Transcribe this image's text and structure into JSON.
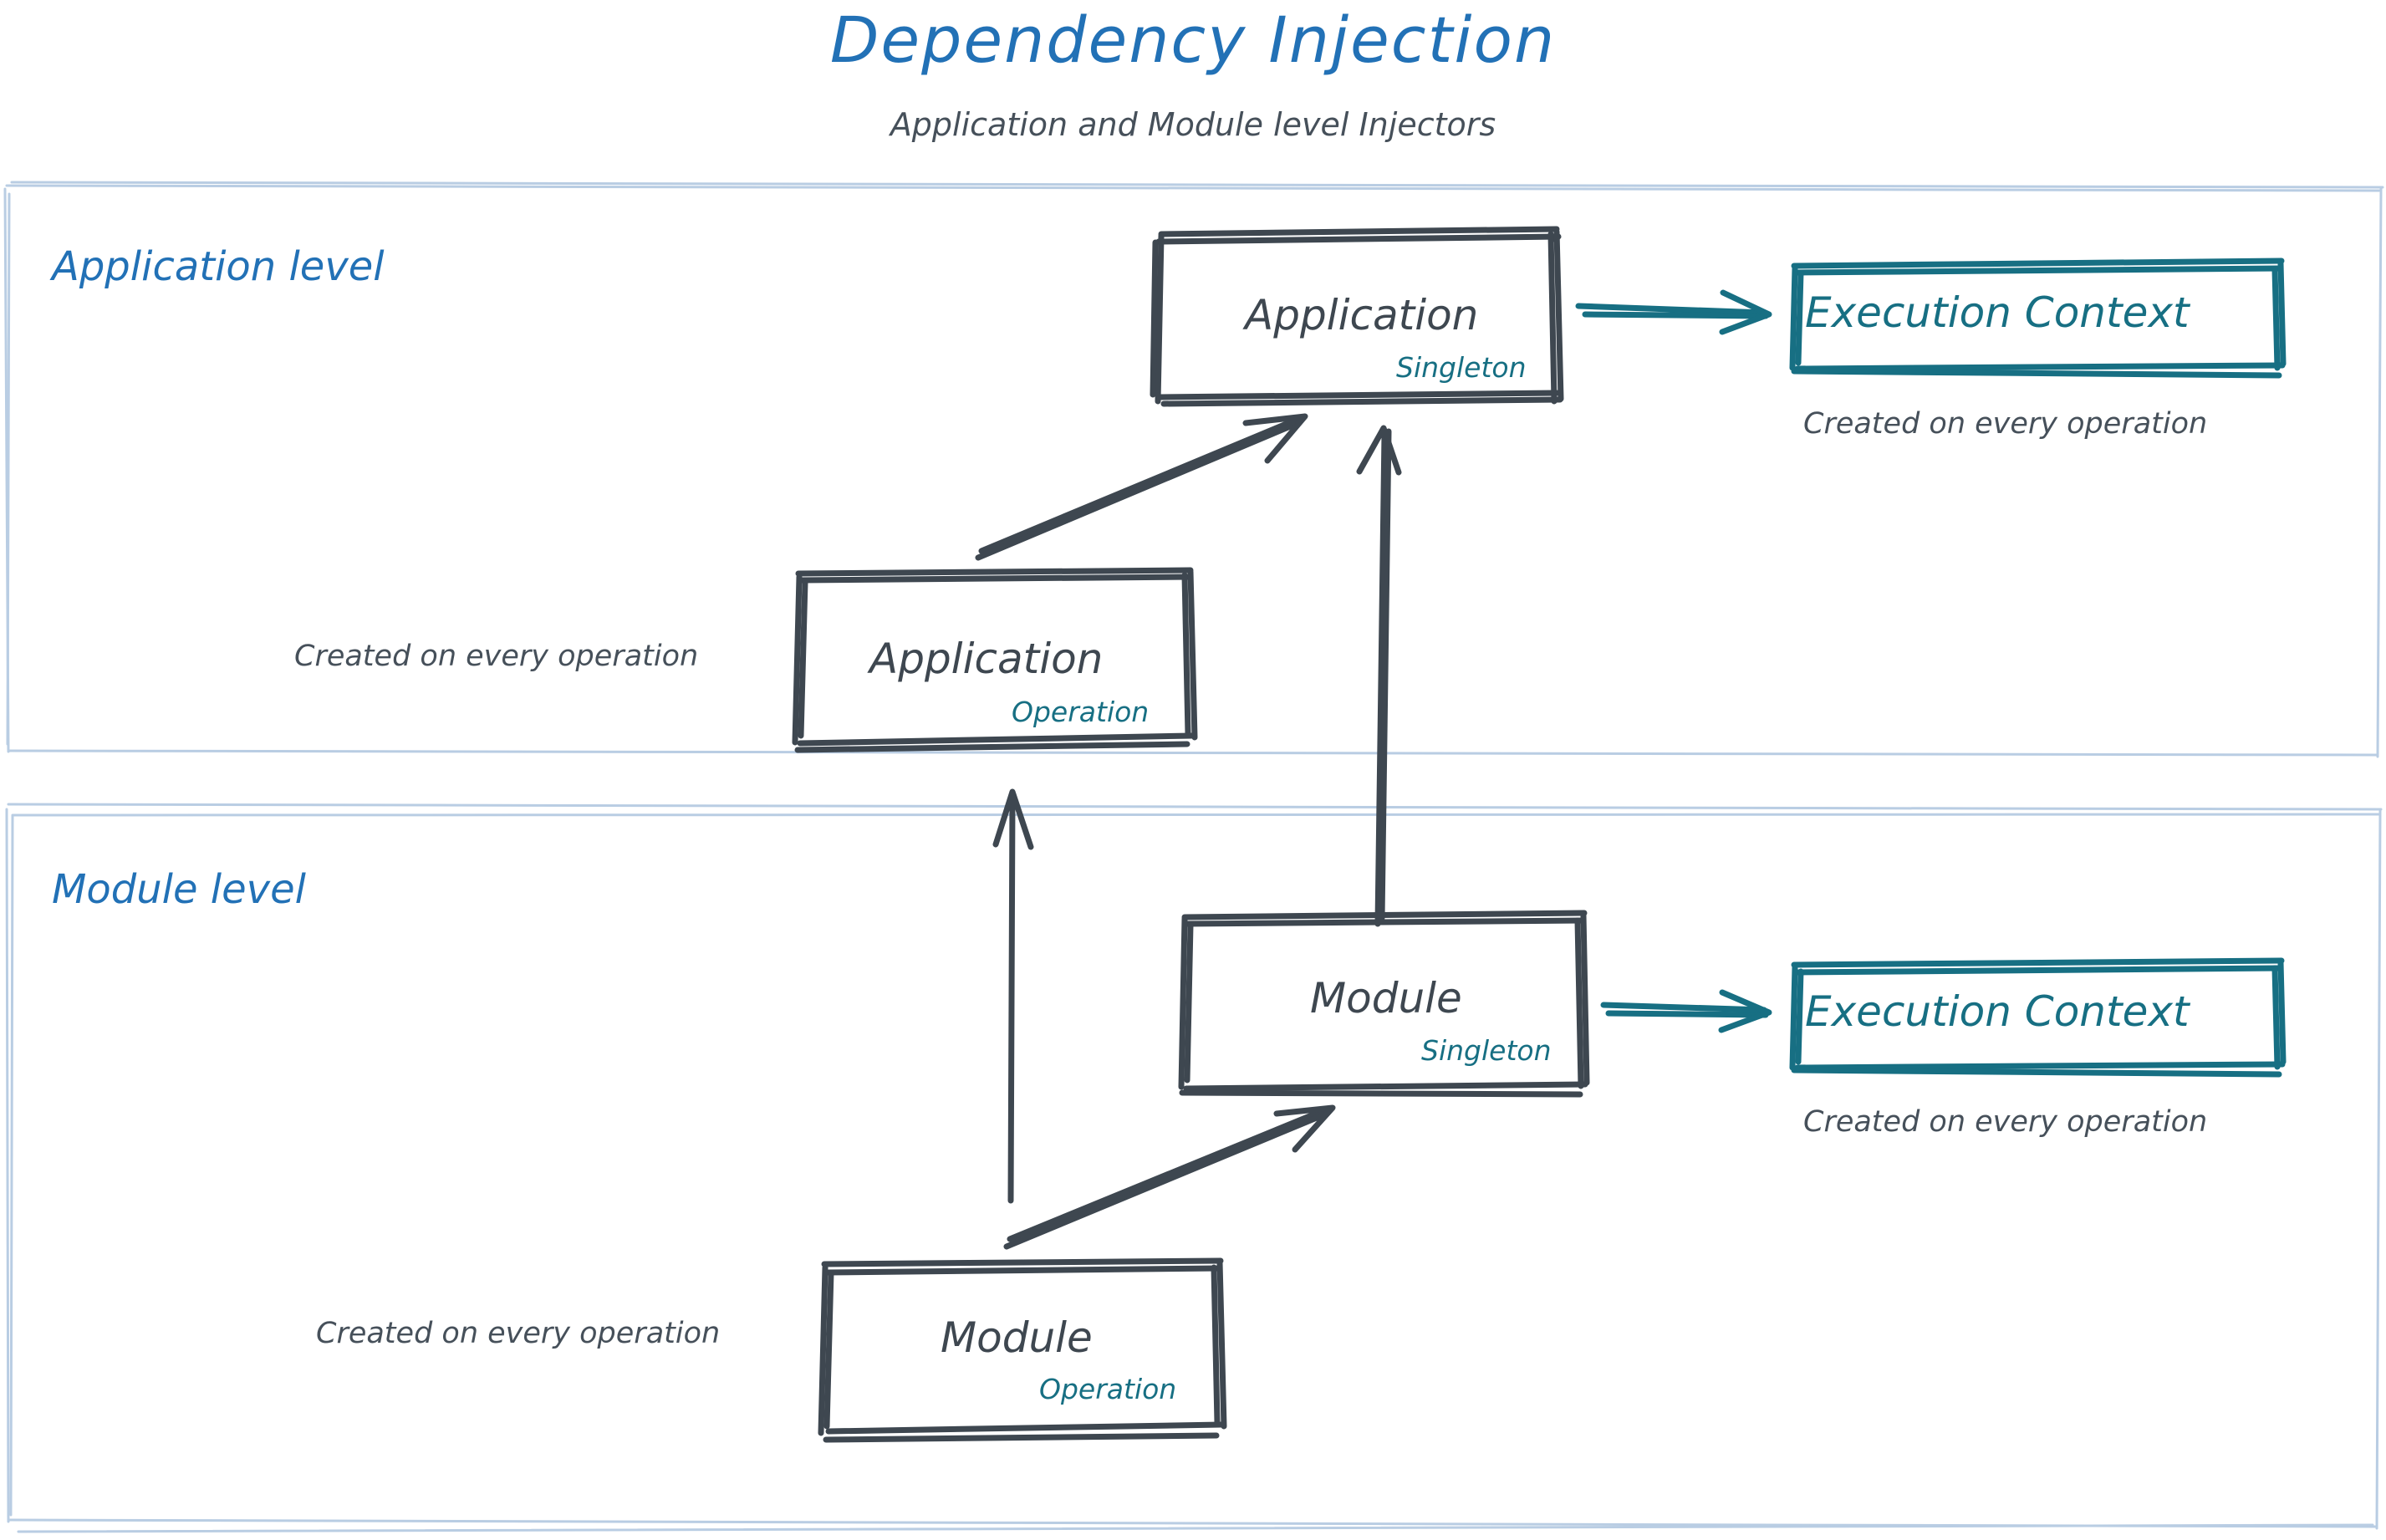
{
  "header": {
    "title": "Dependency Injection",
    "subtitle": "Application and Module level Injectors"
  },
  "colors": {
    "title_blue": "#2271b6",
    "section_blue": "#2271b6",
    "node_stroke": "#3e4750",
    "node_text": "#3e4750",
    "scope_teal": "#176f83",
    "execution_context_teal": "#176f83",
    "note_gray": "#46505a",
    "container_border": "#b9cde3",
    "background": "#ffffff"
  },
  "sections": [
    {
      "id": "application-level",
      "label": "Application level",
      "nodes": [
        {
          "id": "application-singleton",
          "title": "Application",
          "scope": "Singleton",
          "style": "dark"
        },
        {
          "id": "execution-context-app",
          "title": "Execution Context",
          "style": "teal",
          "note": "Created on every operation"
        },
        {
          "id": "application-operation",
          "title": "Application",
          "scope": "Operation",
          "style": "dark",
          "note": "Created on every operation"
        }
      ]
    },
    {
      "id": "module-level",
      "label": "Module level",
      "nodes": [
        {
          "id": "module-singleton",
          "title": "Module",
          "scope": "Singleton",
          "style": "dark"
        },
        {
          "id": "execution-context-module",
          "title": "Execution Context",
          "style": "teal",
          "note": "Created on every operation"
        },
        {
          "id": "module-operation",
          "title": "Module",
          "scope": "Operation",
          "style": "dark",
          "note": "Created on every operation"
        }
      ]
    }
  ],
  "nodes": {
    "application_singleton": {
      "title": "Application",
      "scope": "Singleton"
    },
    "application_operation": {
      "title": "Application",
      "scope": "Operation",
      "note": "Created on every operation"
    },
    "module_singleton": {
      "title": "Module",
      "scope": "Singleton"
    },
    "module_operation": {
      "title": "Module",
      "scope": "Operation",
      "note": "Created on every operation"
    },
    "execution_context_app": {
      "title": "Execution Context",
      "note": "Created on every operation"
    },
    "execution_context_module": {
      "title": "Execution Context",
      "note": "Created on every operation"
    }
  },
  "edges": [
    {
      "from": "application-singleton",
      "to": "execution-context-app",
      "color": "#176f83",
      "direction": "right"
    },
    {
      "from": "application-operation",
      "to": "application-singleton",
      "color": "#3e4750",
      "direction": "up-right"
    },
    {
      "from": "module-singleton",
      "to": "application-singleton",
      "color": "#3e4750",
      "direction": "up"
    },
    {
      "from": "module-singleton",
      "to": "execution-context-module",
      "color": "#176f83",
      "direction": "right"
    },
    {
      "from": "module-operation",
      "to": "module-singleton",
      "color": "#3e4750",
      "direction": "up-right"
    },
    {
      "from": "module-operation",
      "to": "application-operation",
      "color": "#3e4750",
      "direction": "up"
    }
  ]
}
